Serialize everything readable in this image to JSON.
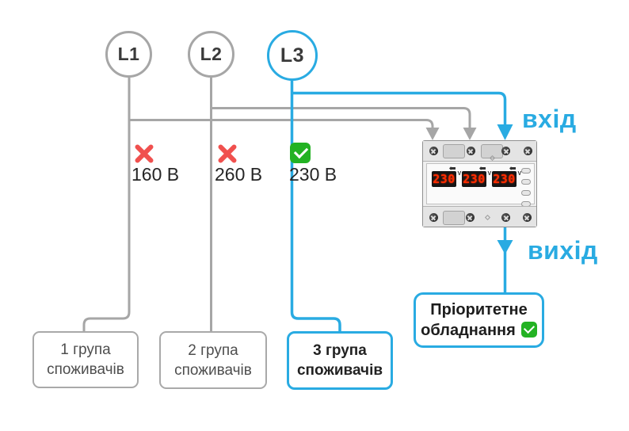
{
  "phases": [
    {
      "label": "L1",
      "voltage": "160 В",
      "status": "rejected"
    },
    {
      "label": "L2",
      "voltage": "260 В",
      "status": "rejected"
    },
    {
      "label": "L3",
      "voltage": "230 В",
      "status": "accepted"
    }
  ],
  "device": {
    "displays": [
      "230",
      "230",
      "230"
    ],
    "display_unit": "V"
  },
  "flow_labels": {
    "input": "вхід",
    "output": "вихід"
  },
  "consumer_boxes": [
    {
      "line1": "1 група",
      "line2": "споживачів",
      "highlighted": false
    },
    {
      "line1": "2 група",
      "line2": "споживачів",
      "highlighted": false
    },
    {
      "line1": "3 група",
      "line2": "споживачів",
      "highlighted": true
    }
  ],
  "priority_box": {
    "line1": "Пріоритетне",
    "line2": "обладнання"
  },
  "colors": {
    "accent_blue": "#29abe2",
    "reject_red": "#f0504e",
    "accept_green": "#23b223",
    "wire_gray": "#a6a6a6",
    "display_digit_red": "#ff2d00",
    "display_bg": "#151515"
  }
}
